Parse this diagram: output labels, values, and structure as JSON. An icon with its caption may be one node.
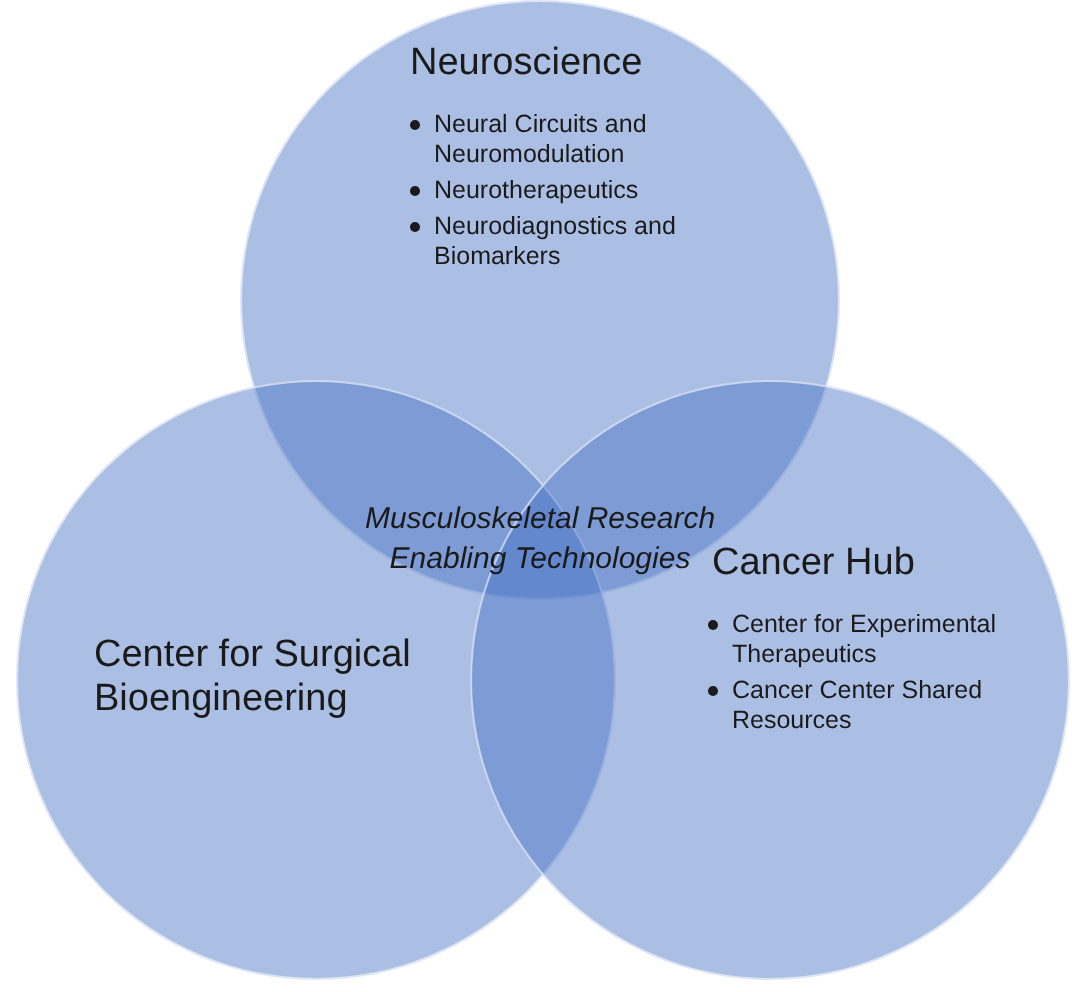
{
  "diagram": {
    "nodes": [
      {
        "text": [
          "Neuroscience",
          "Neural Circuits and Neuromodulation",
          "Neurotherapeutics",
          "Neurodiagnostics and Biomarkers"
        ]
      },
      {
        "text": [
          "Center for Surgical Bioengineering"
        ]
      },
      {
        "text": [
          "Cancer Hub",
          "Center for Experimental Therapeutics",
          "Cancer Center Shared Resources"
        ]
      }
    ],
    "edges": [],
    "labels": [
      "Musculoskeletal Research Enabling Technologies"
    ]
  }
}
